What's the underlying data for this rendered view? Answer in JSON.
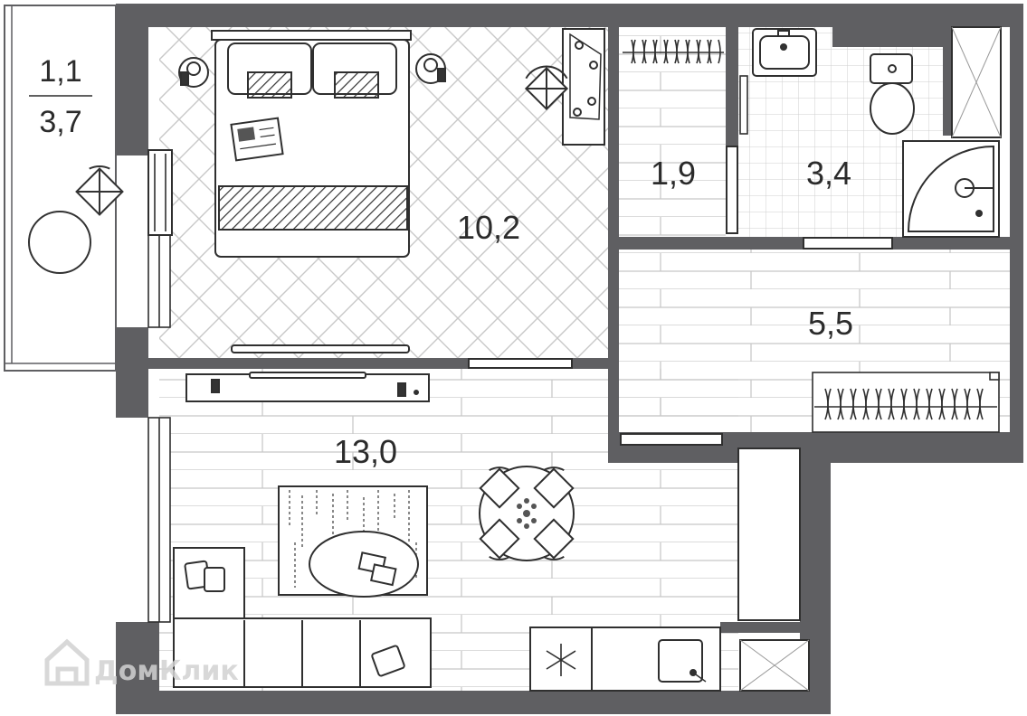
{
  "rooms": {
    "bedroom": {
      "area": "10,2"
    },
    "closet": {
      "area": "1,9"
    },
    "bathroom": {
      "area": "3,4"
    },
    "hallway": {
      "area": "5,5"
    },
    "living_kitchen": {
      "area": "13,0"
    }
  },
  "balcony": {
    "area_reduced": "1,1",
    "area_full": "3,7"
  },
  "watermark": {
    "text": "ДомКлик",
    "icon": "house-logo-icon"
  },
  "colors": {
    "wall": "#5f5f62",
    "line": "#2f2f2f",
    "hatch": "#c9c9c9",
    "fill": "#ffffff"
  }
}
